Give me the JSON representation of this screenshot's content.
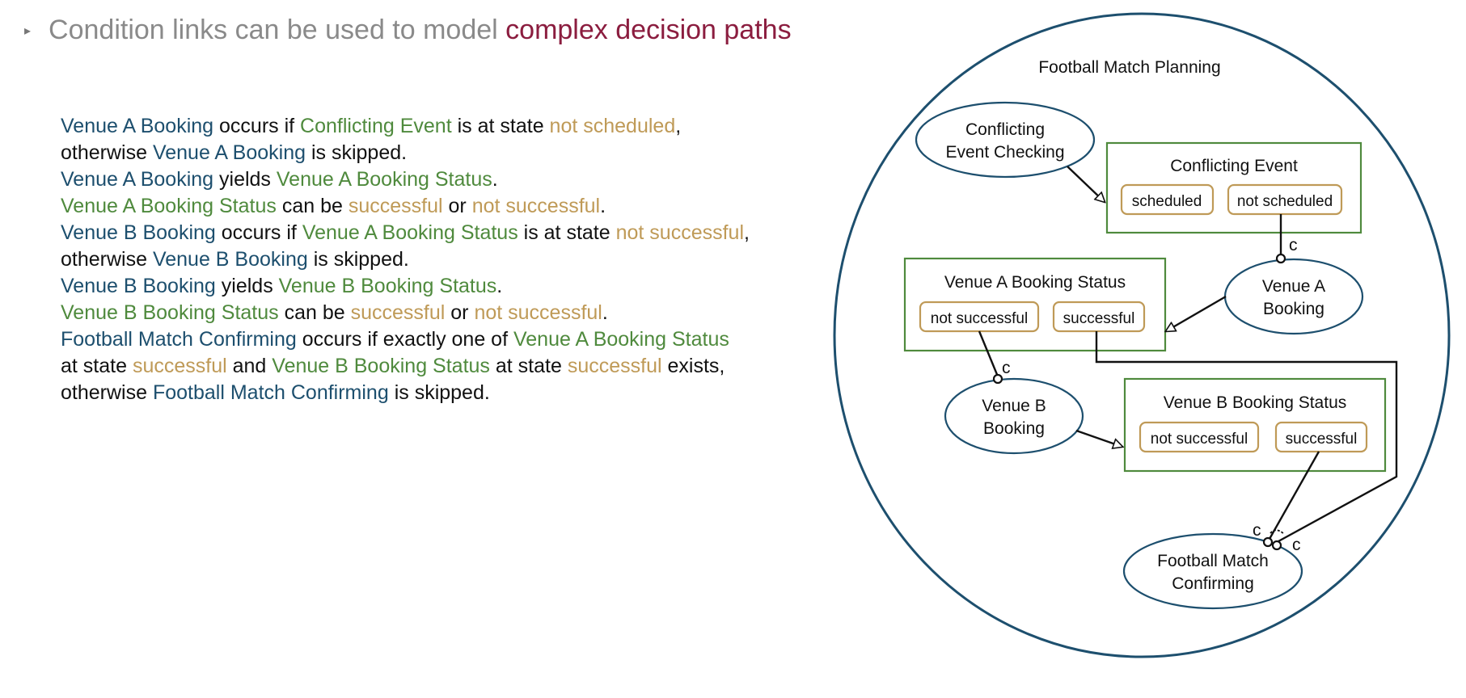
{
  "slide": {
    "bullet_plain": "Condition links can be used to model",
    "bullet_highlight": "complex decision paths"
  },
  "statements": [
    [
      [
        "act",
        "Venue A Booking"
      ],
      [
        "txt",
        " occurs if "
      ],
      [
        "res",
        "Conflicting Event"
      ],
      [
        "txt",
        " is at state "
      ],
      [
        "st",
        "not scheduled"
      ],
      [
        "txt",
        ","
      ]
    ],
    [
      [
        "txt",
        "otherwise "
      ],
      [
        "act",
        "Venue A Booking"
      ],
      [
        "txt",
        " is skipped."
      ]
    ],
    [
      [
        "act",
        "Venue A Booking"
      ],
      [
        "txt",
        " yields "
      ],
      [
        "res",
        "Venue A Booking Status"
      ],
      [
        "txt",
        "."
      ]
    ],
    [
      [
        "res",
        "Venue A Booking Status"
      ],
      [
        "txt",
        " can be "
      ],
      [
        "st",
        "successful"
      ],
      [
        "txt",
        " or "
      ],
      [
        "st",
        "not successful"
      ],
      [
        "txt",
        "."
      ]
    ],
    [
      [
        "act",
        "Venue B Booking"
      ],
      [
        "txt",
        " occurs if "
      ],
      [
        "res",
        "Venue A Booking Status"
      ],
      [
        "txt",
        " is at state "
      ],
      [
        "st",
        "not successful"
      ],
      [
        "txt",
        ","
      ]
    ],
    [
      [
        "txt",
        "otherwise "
      ],
      [
        "act",
        "Venue B Booking"
      ],
      [
        "txt",
        " is skipped."
      ]
    ],
    [
      [
        "act",
        "Venue B Booking"
      ],
      [
        "txt",
        " yields "
      ],
      [
        "res",
        "Venue B Booking Status"
      ],
      [
        "txt",
        "."
      ]
    ],
    [
      [
        "res",
        "Venue B Booking Status"
      ],
      [
        "txt",
        " can be "
      ],
      [
        "st",
        "successful"
      ],
      [
        "txt",
        " or "
      ],
      [
        "st",
        "not successful"
      ],
      [
        "txt",
        "."
      ]
    ],
    [
      [
        "act",
        "Football Match Confirming"
      ],
      [
        "txt",
        " occurs if exactly one of "
      ],
      [
        "res",
        "Venue A Booking Status"
      ]
    ],
    [
      [
        "txt",
        "at state "
      ],
      [
        "st",
        "successful"
      ],
      [
        "txt",
        " and "
      ],
      [
        "res",
        "Venue B Booking Status"
      ],
      [
        "txt",
        " at state "
      ],
      [
        "st",
        "successful"
      ],
      [
        "txt",
        " exists,"
      ]
    ],
    [
      [
        "txt",
        "otherwise "
      ],
      [
        "act",
        "Football Match Confirming"
      ],
      [
        "txt",
        " is skipped."
      ]
    ]
  ],
  "colors": {
    "process": "#1d4f6e",
    "object": "#4f8a3d",
    "state": "#bf9a57",
    "highlight": "#8b1d3f",
    "bullet": "#8a8a8a"
  },
  "diagram": {
    "title": "Football Match Planning",
    "conflicting_checking": [
      "Conflicting",
      "Event Checking"
    ],
    "conflicting_event": "Conflicting Event",
    "state_scheduled": "scheduled",
    "state_not_scheduled": "not scheduled",
    "venue_a_booking": [
      "Venue A",
      "Booking"
    ],
    "venue_a_status": "Venue A Booking Status",
    "a_not_successful": "not successful",
    "a_successful": "successful",
    "venue_b_booking": [
      "Venue B",
      "Booking"
    ],
    "venue_b_status": "Venue B Booking Status",
    "b_not_successful": "not successful",
    "b_successful": "successful",
    "football_confirming": [
      "Football Match",
      "Confirming"
    ],
    "condition_label": "c"
  }
}
